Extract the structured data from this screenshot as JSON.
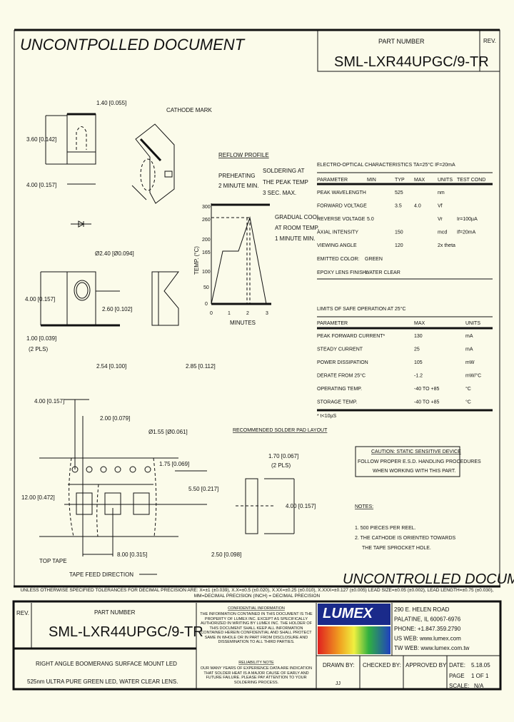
{
  "watermark": "UNCONTPOLLED DOCUMENT",
  "watermark_bottom": "UNCONTROLLED DOCUMENT",
  "header": {
    "part_number_label": "PART NUMBER",
    "part_number": "SML-LXR44UPGC/9-TR",
    "rev_label": "REV."
  },
  "drawing": {
    "dim_width_top": "1.40 [0.055]",
    "dim_height": "3.60 [0.142]",
    "dim_width": "4.00 [0.157]",
    "cathode_mark": "CATHODE MARK",
    "lens_dia": "Ø2.40 [Ø0.094]",
    "front_height": "4.00 [0.157]",
    "center_height": "2.60 [0.102]",
    "pad_width": "1.00 [0.039]",
    "pad_qty": "(2 PLS)",
    "pad_pitch": "2.54 [0.100]",
    "side_depth": "2.85 [0.112]"
  },
  "reflow": {
    "title": "REFLOW PROFILE",
    "preheat": [
      "PREHEATING",
      "2 MINUTE MIN."
    ],
    "solder": [
      "SOLDERING AT",
      "THE PEAK TEMP",
      "3 SEC. MAX."
    ],
    "cool": [
      "GRADUAL COOL",
      "AT ROOM TEMP.",
      "1 MINUTE MIN."
    ],
    "ylabel": "TEMP. (°C)",
    "xlabel": "MINUTES",
    "yticks": [
      "300",
      "260",
      "200",
      "165",
      "100",
      "50",
      "0"
    ],
    "xticks": [
      "0",
      "1",
      "2",
      "3"
    ]
  },
  "eo": {
    "title": "ELECTRO-OPTICAL CHARACTERISTICS TA=25°C    IF=20mA",
    "headers": [
      "PARAMETER",
      "MIN",
      "TYP",
      "MAX",
      "UNITS",
      "TEST COND"
    ],
    "rows": [
      [
        "PEAK WAVELENGTH",
        "",
        "525",
        "",
        "nm",
        ""
      ],
      [
        "FORWARD VOLTAGE",
        "",
        "3.5",
        "4.0",
        "Vf",
        ""
      ],
      [
        "REVERSE VOLTAGE",
        "5.0",
        "",
        "",
        "Vr",
        "Ir=100µA"
      ],
      [
        "AXIAL INTENSITY",
        "",
        "150",
        "",
        "mcd",
        "If=20mA"
      ],
      [
        "VIEWING ANGLE",
        "",
        "120",
        "",
        "2x theta",
        ""
      ]
    ],
    "emitted_label": "EMITTED COLOR:",
    "emitted": "GREEN",
    "epoxy_label": "EPOXY LENS FINISH:",
    "epoxy": "WATER CLEAR"
  },
  "limits": {
    "title": "LIMITS OF SAFE OPERATION AT 25°C",
    "headers": [
      "PARAMETER",
      "MAX",
      "UNITS"
    ],
    "rows": [
      [
        "PEAK FORWARD CURRENT*",
        "130",
        "mA"
      ],
      [
        "STEADY CURRENT",
        "25",
        "mA"
      ],
      [
        "POWER DISSIPATION",
        "105",
        "mW"
      ],
      [
        "DERATE FROM 25°C",
        "-1.2",
        "mW/°C"
      ],
      [
        "OPERATING TEMP.",
        "-40 TO +85",
        "°C"
      ],
      [
        "STORAGE TEMP.",
        "-40 TO +85",
        "°C"
      ]
    ],
    "footnote": "* t<10µS"
  },
  "tape": {
    "pitch_hole": "4.00 [0.157]",
    "hole_to_pocket": "2.00 [0.079]",
    "hole_dia": "Ø1.55 [Ø0.061]",
    "edge": "1.75 [0.069]",
    "width": "12.00 [0.472]",
    "center": "5.50 [0.217]",
    "pitch": "8.00 [0.315]",
    "top_tape": "TOP TAPE",
    "feed": "TAPE FEED DIRECTION"
  },
  "pad": {
    "title": "RECOMMENDED SOLDER PAD LAYOUT",
    "width": "1.70 [0.067]",
    "qty": "(2 PLS)",
    "length": "4.00 [0.157]",
    "gap": "2.50 [0.098]"
  },
  "caution": [
    "CAUTION: STATIC SENSITIVE DEVICE",
    "FOLLOW PROPER E.S.D. HANDLING PROCEDURES",
    "WHEN WORKING WITH THIS PART."
  ],
  "notes": {
    "title": "NOTES:",
    "items": [
      "1. 500 PIECES PER REEL.",
      "2. THE CATHODE IS ORIENTED TOWARDS",
      "THE TAPE SPROCKET HOLE."
    ]
  },
  "tolerance": "UNLESS OTHERWISE SPECIFIED TOLERANCES FOR DECIMAL PRECISION ARE: X=±1 (±0.039), X.X=±0.5 (±0.020), X.XX=±0.25 (±0.010), X.XXX=±0.127 (±0.005)   LEAD SIZE=±0.05 (±0.002), LEAD LENGTH=±0.75 (±0.030), MM=DECIMAL PRECISION (INCH) = DECIMAL PRECISION",
  "title_block": {
    "rev_label": "REV.",
    "part_number_label": "PART NUMBER",
    "part_number": "SML-LXR44UPGC/9-TR",
    "description": [
      "RIGHT ANGLE BOOMERANG SURFACE MOUNT LED",
      "525nm ULTRA PURE GREEN LED, WATER CLEAR LENS."
    ],
    "confidential_title": "CONFIDENTIAL INFORMATION",
    "confidential": [
      "THE INFORMATION CONTAINED IN THIS DOCUMENT IS THE PROPERTY OF",
      "LUMEX INC. EXCEPT AS SPECIFICALLY AUTHORIZED IN WRITING BY LUMEX",
      "INC. THE HOLDER OF THIS DOCUMENT SHALL KEEP ALL INFORMATION",
      "CONTAINED HEREIN CONFIDENTIAL AND SHALL PROTECT SAME IN WHOLE OR",
      "IN PART FROM DISCLOSURE AND DISSEMINATION TO ALL THIRD PARTIES."
    ],
    "reliability_title": "RELIABILITY NOTE",
    "reliability": [
      "OUR MANY YEARS OF EXPERIENCE DATA ARE INDICATION THAT",
      "SOLDER HEAT IS A MAJOR CAUSE OF EARLY AND FUTURE FAILURE.",
      "PLEASE PAY ATTENTION TO YOUR SOLDERING PROCESS."
    ],
    "logo_text": "LUMEX",
    "address": [
      "290 E. HELEN ROAD",
      "PALATINE, IL 60067-6976",
      "PHONE: +1.847.359.2790",
      "US WEB: www.lumex.com",
      "TW WEB: www.lumex.com.tw"
    ],
    "drawn_by_label": "DRAWN BY:",
    "drawn_by": "JJ",
    "checked_by_label": "CHECKED BY:",
    "approved_by_label": "APPROVED BY:",
    "date_label": "DATE:",
    "date": "5.18.05",
    "page_label": "PAGE",
    "page": "1 OF 1",
    "scale_label": "SCALE:",
    "scale": "N/A"
  }
}
